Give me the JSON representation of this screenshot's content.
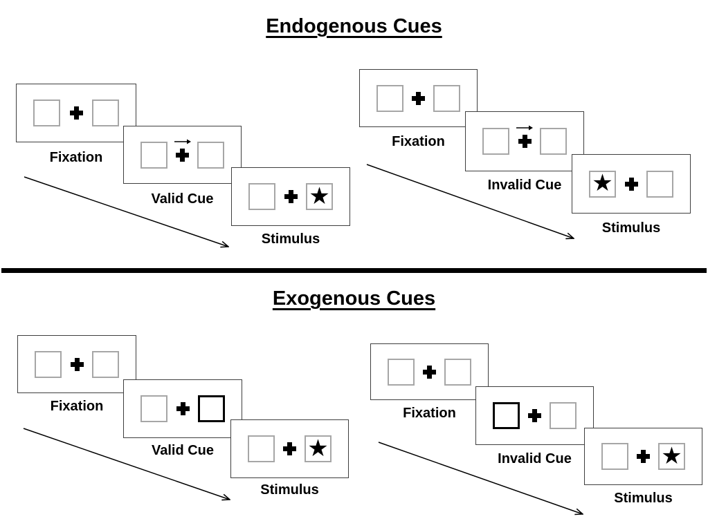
{
  "titles": {
    "endogenous": "Endogenous Cues",
    "exogenous": "Exogenous Cues"
  },
  "sections": {
    "endogenous": {
      "valid_trial": {
        "fixation_label": "Fixation",
        "cue_label": "Valid Cue",
        "stimulus_label": "Stimulus",
        "cue_type": "central-arrow-pointing-right",
        "stimulus_star_side": "right"
      },
      "invalid_trial": {
        "fixation_label": "Fixation",
        "cue_label": "Invalid Cue",
        "stimulus_label": "Stimulus",
        "cue_type": "central-arrow-pointing-right",
        "stimulus_star_side": "left"
      }
    },
    "exogenous": {
      "valid_trial": {
        "fixation_label": "Fixation",
        "cue_label": "Valid Cue",
        "stimulus_label": "Stimulus",
        "cue_type": "right-box-thick-border-highlight",
        "stimulus_star_side": "right"
      },
      "invalid_trial": {
        "fixation_label": "Fixation",
        "cue_label": "Invalid Cue",
        "stimulus_label": "Stimulus",
        "cue_type": "left-box-thick-border-highlight",
        "stimulus_star_side": "right"
      }
    }
  },
  "glyphs": {
    "star": "★"
  },
  "colors": {
    "background": "#ffffff",
    "screen_outline": "#3d3d3d",
    "placeholder_square_outline": "#a6a6a6",
    "ink": "#000000",
    "divider": "#000000"
  }
}
